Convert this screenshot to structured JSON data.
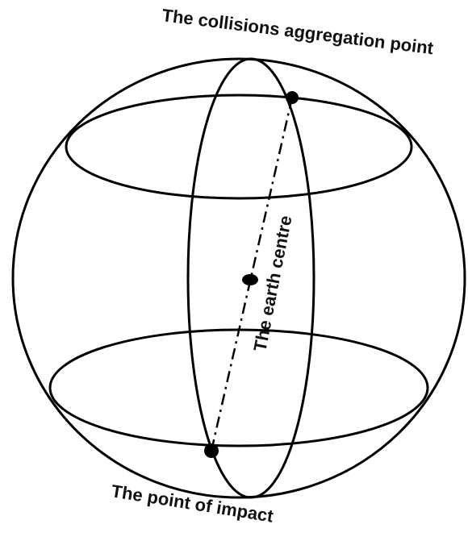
{
  "labels": {
    "top": "The collisions aggregation point",
    "centre": "The earth centre",
    "bottom": "The point of impact"
  },
  "colors": {
    "stroke": "#000000",
    "text": "#111111",
    "background": "#ffffff"
  }
}
